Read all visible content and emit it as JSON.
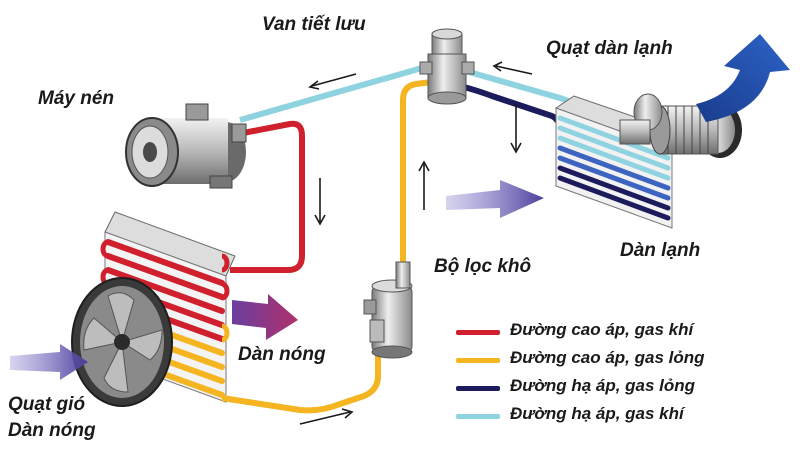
{
  "labels": {
    "van_tiet_luu": "Van tiết lưu",
    "may_nen": "Máy nén",
    "quat_dan_lanh": "Quạt dàn lạnh",
    "bo_loc_kho": "Bộ lọc khô",
    "dan_lanh": "Dàn lạnh",
    "dan_nong": "Dàn nóng",
    "quat_gio_line1": "Quạt gió",
    "quat_gio_line2": "Dàn nóng"
  },
  "legend": [
    {
      "text": "Đường cao áp, gas khí",
      "color": "#d0202e"
    },
    {
      "text": "Đường cao áp, gas lỏng",
      "color": "#f5b520"
    },
    {
      "text": "Đường hạ áp, gas lỏng",
      "color": "#1c1c5c"
    },
    {
      "text": "Đường hạ áp, gas khí",
      "color": "#8fd3e0"
    }
  ],
  "colors": {
    "high_pressure_gas": "#d0202e",
    "high_pressure_liquid": "#f5b520",
    "low_pressure_liquid": "#1c1c5c",
    "low_pressure_gas": "#8fd3e0",
    "airflow": "#5b4fa8"
  }
}
